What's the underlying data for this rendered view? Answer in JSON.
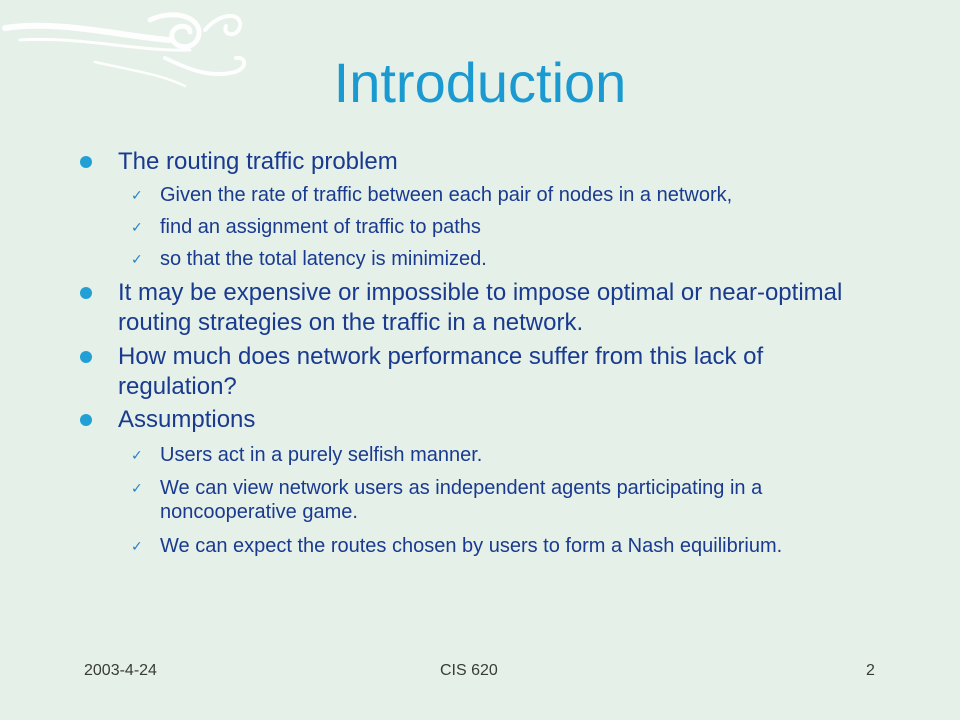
{
  "slide": {
    "title": "Introduction",
    "bullets": [
      {
        "text": "The routing traffic problem",
        "sub": [
          "Given the rate of traffic between each pair of nodes in a network,",
          "find an assignment of traffic to paths",
          "so that the total latency is minimized."
        ]
      },
      {
        "text": "It may be expensive or impossible to impose optimal or near-optimal routing strategies on the traffic in a network."
      },
      {
        "text": "How much does network performance suffer from this lack of regulation?"
      },
      {
        "text": "Assumptions",
        "sub": [
          "Users act in a purely selfish manner.",
          "We can view network users as independent agents participating in a noncooperative game.",
          "We can expect the routes chosen by users to form a Nash equilibrium."
        ]
      }
    ],
    "footer": {
      "date": "2003-4-24",
      "course": "CIS 620",
      "page": "2"
    }
  },
  "icons": {
    "bullet": "filled-circle",
    "sub_bullet": "checkmark",
    "decoration": "cloud-swirl"
  },
  "colors": {
    "background": "#e4f0e8",
    "title": "#1a9ad0",
    "text": "#1a3a8f",
    "bullet": "#22a0d6"
  }
}
